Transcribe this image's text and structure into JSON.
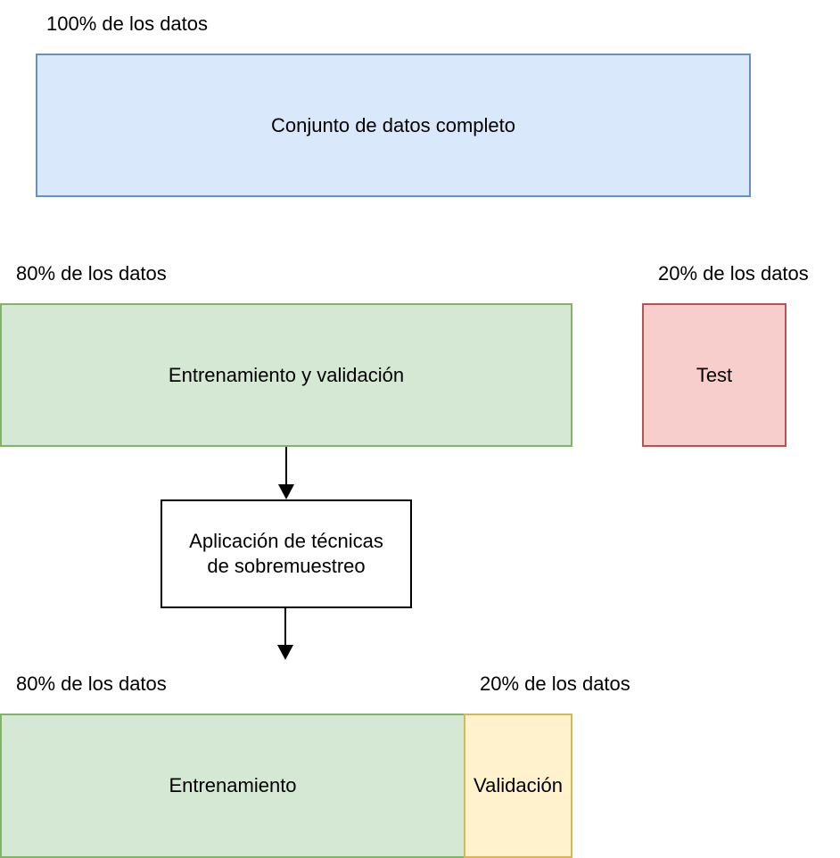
{
  "labels": {
    "total": "100% de los datos",
    "trainval": "80% de los datos",
    "test": "20% de los datos",
    "train": "80% de los datos",
    "valid": "20% de los datos"
  },
  "boxes": {
    "full_dataset": "Conjunto de datos completo",
    "train_validation": "Entrenamiento y validación",
    "test": "Test",
    "oversampling_line1": "Aplicación de técnicas",
    "oversampling_line2": "de sobremuestreo",
    "training": "Entrenamiento",
    "validation": "Validación"
  },
  "colors": {
    "full_fill": "#dae8fc",
    "full_stroke": "#6c8ebf",
    "green_fill": "#d5e8d4",
    "green_stroke": "#82b366",
    "red_fill": "#f8cecc",
    "red_stroke": "#b85450",
    "white_fill": "#ffffff",
    "black_stroke": "#000000",
    "yellow_fill": "#fff2cc",
    "yellow_stroke": "#d6b656"
  }
}
